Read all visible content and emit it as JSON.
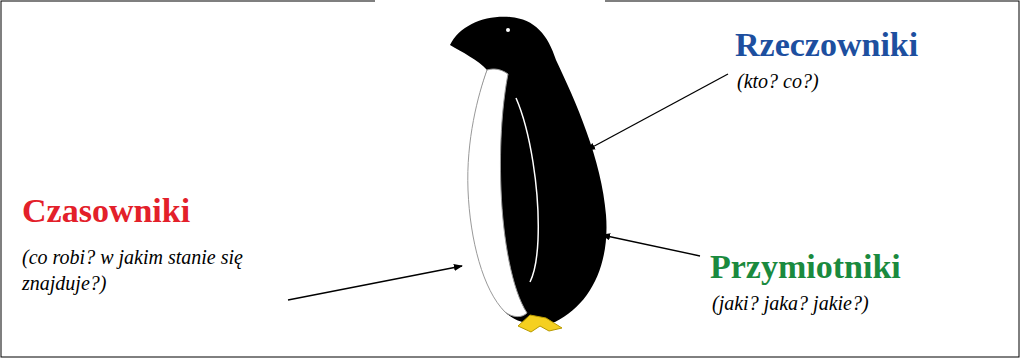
{
  "diagram": {
    "labels": [
      "Rzeczowniki",
      "(kto? co?)",
      "Czasowniki",
      "(co robi? w jakim stanie się znajduje?)",
      "Przymiotniki",
      "(jaki? jaka? jakie?)"
    ]
  }
}
